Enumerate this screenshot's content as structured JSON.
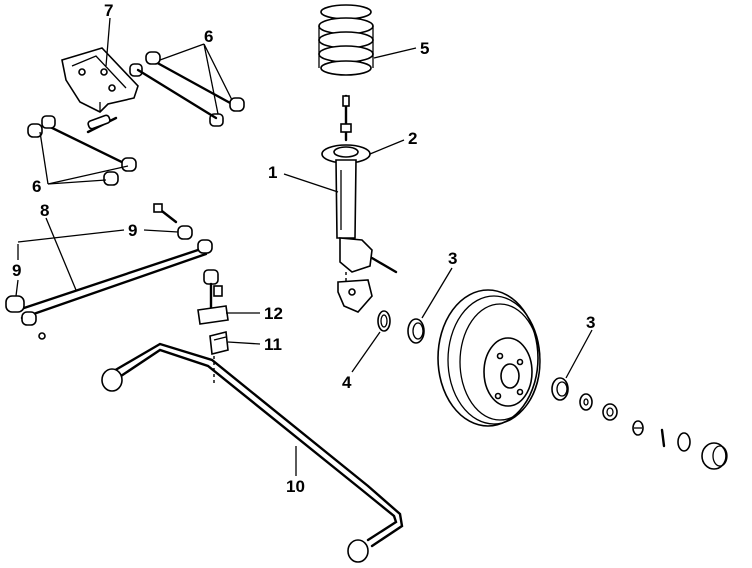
{
  "callouts": {
    "c1": "1",
    "c2": "2",
    "c3a": "3",
    "c3b": "3",
    "c4": "4",
    "c5": "5",
    "c6a": "6",
    "c6b": "6",
    "c7": "7",
    "c8": "8",
    "c9a": "9",
    "c9b": "9",
    "c10": "10",
    "c11": "11",
    "c12": "12"
  }
}
